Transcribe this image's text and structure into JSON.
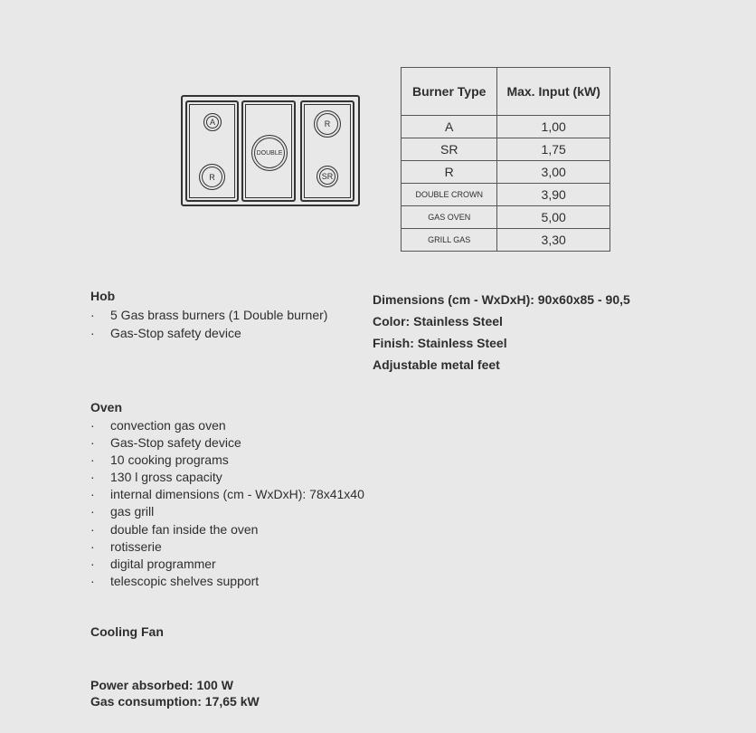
{
  "diagram": {
    "burners": {
      "left_top": "A",
      "left_bottom": "R",
      "center": "DOUBLE",
      "right_top": "R",
      "right_bottom": "SR"
    }
  },
  "table": {
    "headers": [
      "Burner Type",
      "Max. Input (kW)"
    ],
    "rows": [
      [
        "A",
        "1,00"
      ],
      [
        "SR",
        "1,75"
      ],
      [
        "R",
        "3,00"
      ],
      [
        "DOUBLE CROWN",
        "3,90"
      ],
      [
        "GAS OVEN",
        "5,00"
      ],
      [
        "GRILL GAS",
        "3,30"
      ]
    ]
  },
  "hob": {
    "title": "Hob",
    "items": [
      "5 Gas brass burners (1 Double burner)",
      "Gas-Stop safety device"
    ]
  },
  "specs": [
    "Dimensions (cm - WxDxH): 90x60x85 - 90,5",
    "Color: Stainless Steel",
    "Finish: Stainless Steel",
    "Adjustable metal feet"
  ],
  "oven": {
    "title": "Oven",
    "items": [
      "convection gas oven",
      "Gas-Stop safety device",
      "10 cooking programs",
      "130 l gross capacity",
      "internal dimensions (cm - WxDxH): 78x41x40",
      "gas grill",
      "double fan inside the oven",
      "rotisserie",
      "digital programmer",
      "telescopic shelves support"
    ]
  },
  "cooling": {
    "title": "Cooling Fan"
  },
  "power": {
    "absorbed": "Power absorbed: 100 W",
    "gas": "Gas consumption: 17,65 kW"
  }
}
